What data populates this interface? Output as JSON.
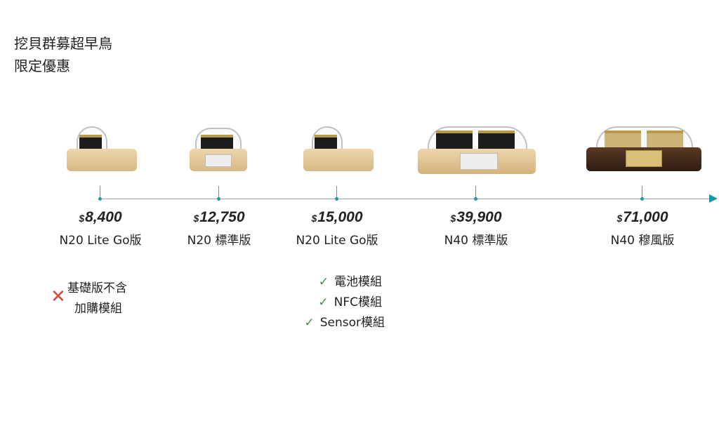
{
  "header": {
    "title_line1": "挖貝群募超早鳥",
    "title_line2": "限定優惠"
  },
  "currency": "$",
  "products": [
    {
      "price": "8,400",
      "name": "N20 Lite Go版"
    },
    {
      "price": "12,750",
      "name": "N20 標準版"
    },
    {
      "price": "15,000",
      "name": "N20 Lite Go版"
    },
    {
      "price": "39,900",
      "name": "N40 標準版"
    },
    {
      "price": "71,000",
      "name": "N40 穆風版"
    }
  ],
  "notes": {
    "excluded": {
      "icon": "cross-icon",
      "line1": "基礎版不含",
      "line2": "加購模組"
    },
    "included": [
      {
        "icon": "check-icon",
        "label": "電池模組"
      },
      {
        "icon": "check-icon",
        "label": "NFC模組"
      },
      {
        "icon": "check-icon",
        "label": "Sensor模組"
      }
    ]
  },
  "colors": {
    "accent": "#1a9aa8",
    "cross": "#d9463a",
    "check": "#3e8e4a"
  }
}
